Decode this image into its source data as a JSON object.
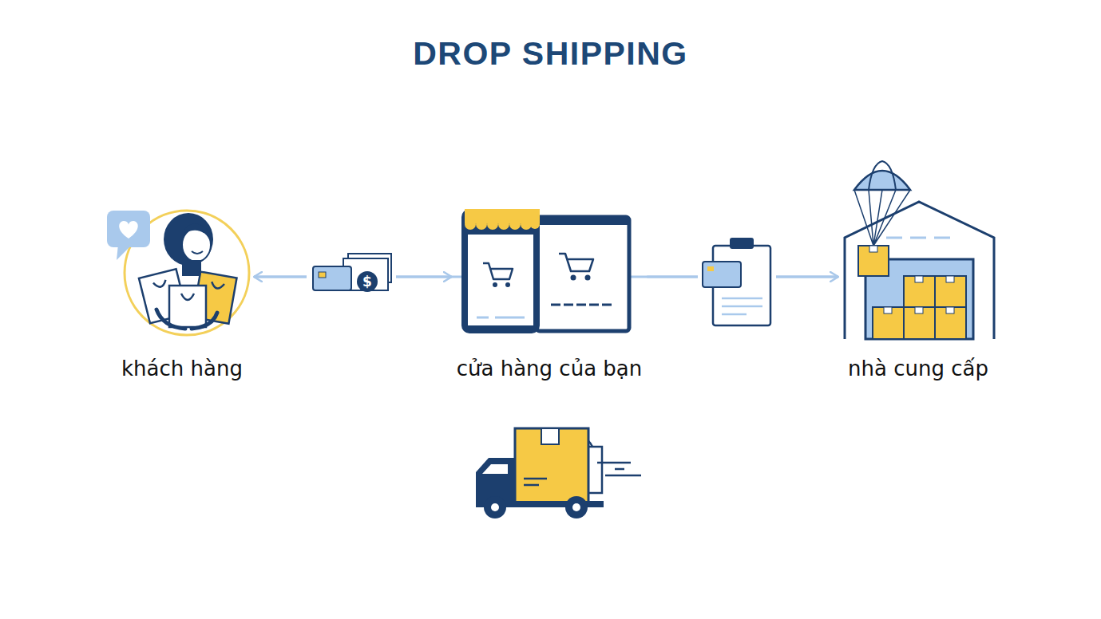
{
  "diagram": {
    "title": "DROP SHIPPING",
    "nodes": [
      {
        "text": [
          "khách hàng"
        ]
      },
      {
        "text": [
          "cửa hàng của bạn"
        ]
      },
      {
        "text": [
          "nhà cung cấp"
        ]
      }
    ],
    "edges": [
      {
        "from": 0,
        "to": 1,
        "arrow": "to"
      },
      {
        "from": 1,
        "to": 2,
        "arrow": "to"
      },
      {
        "from": 2,
        "to": 0,
        "arrow": "to"
      }
    ],
    "labels": [
      "$"
    ]
  }
}
